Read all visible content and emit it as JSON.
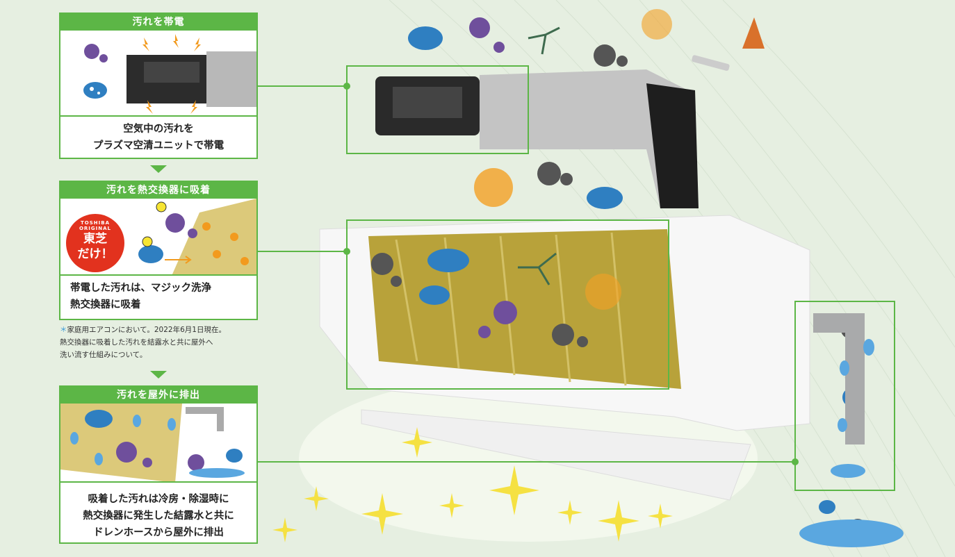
{
  "steps": [
    {
      "title": "汚れを帯電",
      "desc_lines": [
        "空気中の汚れを",
        "プラズマ空清ユニットで帯電"
      ]
    },
    {
      "title": "汚れを熱交換器に吸着",
      "desc_lines": [
        "帯電した汚れは、マジック洗浄",
        "熱交換器に吸着"
      ],
      "badge": {
        "arc_text": "TOSHIBA ORIGINAL",
        "line1": "東芝",
        "line2": "だけ！"
      }
    },
    {
      "title": "汚れを屋外に排出",
      "desc_lines": [
        "吸着した汚れは冷房・除湿時に",
        "熱交換器に発生した結露水と共に",
        "ドレンホースから屋外に排出"
      ]
    }
  ],
  "footnote": {
    "marker": "＊",
    "lines": [
      "家庭用エアコンにおいて。2022年6月1日現在。",
      "熱交換器に吸着した汚れを結露水と共に屋外へ",
      "洗い流す仕組みについて。"
    ]
  },
  "colors": {
    "accent": "#5cb646",
    "background": "#e6efe1",
    "badge": "#e2321e",
    "germ_purple": "#6f4f9c",
    "germ_blue": "#2f7fc1",
    "coil_gold": "#b8a23a"
  }
}
